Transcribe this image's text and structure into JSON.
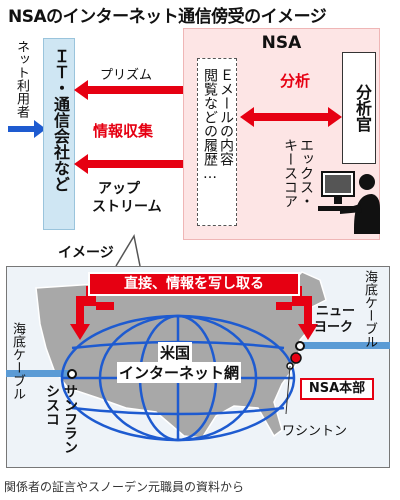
{
  "title": "NSAのインターネット通信傍受のイメージ",
  "user": {
    "label": "ネット利用者"
  },
  "it_companies": {
    "label": "ＩＴ・通信会社など"
  },
  "programs": {
    "prism": "プリズム",
    "upstream_line1": "アップ",
    "upstream_line2": "ストリーム",
    "collection": "情報収集"
  },
  "nsa": {
    "title": "NSA",
    "data_box": "Ｅメールの内容 閲覧などの履歴…",
    "data_col1": "Ｅメールの内容",
    "data_col2": "閲覧などの履歴…",
    "analysis": "分析",
    "xkeyscore_col1": "エックス・",
    "xkeyscore_col2": "キースコア",
    "analyst": "分析官"
  },
  "image_label": "イメージ",
  "map": {
    "banner": "直接、情報を写し取る",
    "network": "米国インターネット網",
    "network_line1": "米国",
    "network_line2": "インターネット網",
    "cable_left": "海底ケーブル",
    "cable_right": "海底ケーブル",
    "san_francisco": "サンフランシスコ",
    "sf_col1": "サンフラン",
    "sf_col2": "シスコ",
    "new_york": "ニューヨーク",
    "ny_line1": "ニュー",
    "ny_line2": "ヨーク",
    "nsa_hq": "NSA本部",
    "washington": "ワシントン"
  },
  "footer": "関係者の証言やスノーデン元職員の資料から",
  "colors": {
    "red": "#e60012",
    "blue": "#1e5bd0",
    "cable": "#5b9bd5",
    "it_box": "#cfe6f3",
    "nsa_box": "#fde5e5"
  },
  "icons": [
    "person-at-computer-icon",
    "us-map-icon",
    "globe-icon"
  ]
}
